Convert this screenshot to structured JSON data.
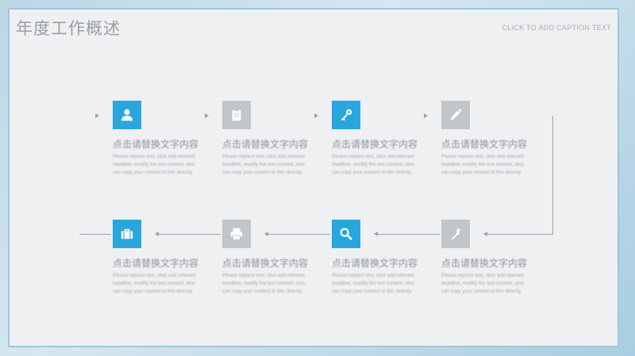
{
  "header": {
    "title": "年度工作概述",
    "caption": "CLICK TO ADD CAPTION TEXT"
  },
  "row1": [
    {
      "icon": "user-icon",
      "color": "blue",
      "title": "点击请替换文字内容",
      "desc": "Please replace text, click add relevant headline, modify the text content, also can copy your content to this directly."
    },
    {
      "icon": "clipboard-icon",
      "color": "gray",
      "title": "点击请替换文字内容",
      "desc": "Please replace text, click add relevant headline, modify the text content, also can copy your content to this directly."
    },
    {
      "icon": "key-icon",
      "color": "blue",
      "title": "点击请替换文字内容",
      "desc": "Please replace text, click add relevant headline, modify the text content, also can copy your content to this directly."
    },
    {
      "icon": "pencil-icon",
      "color": "gray",
      "title": "点击请替换文字内容",
      "desc": "Please replace text, click add relevant headline, modify the text content, also can copy your content to this directly."
    }
  ],
  "row2": [
    {
      "icon": "briefcase-icon",
      "color": "blue",
      "title": "点击请替换文字内容",
      "desc": "Please replace text, click add relevant headline, modify the text content, also can copy your content to this directly."
    },
    {
      "icon": "printer-icon",
      "color": "gray",
      "title": "点击请替换文字内容",
      "desc": "Please replace text, click add relevant headline, modify the text content, also can copy your content to this directly."
    },
    {
      "icon": "search-icon",
      "color": "blue",
      "title": "点击请替换文字内容",
      "desc": "Please replace text, click add relevant headline, modify the text content, also can copy your content to this directly."
    },
    {
      "icon": "tools-icon",
      "color": "gray",
      "title": "点击请替换文字内容",
      "desc": "Please replace text, click add relevant headline, modify the text content, also can copy your content to this directly."
    }
  ],
  "colors": {
    "accent": "#29a6dc",
    "muted": "#c3c6c9",
    "frame": "#9cc7dd"
  }
}
